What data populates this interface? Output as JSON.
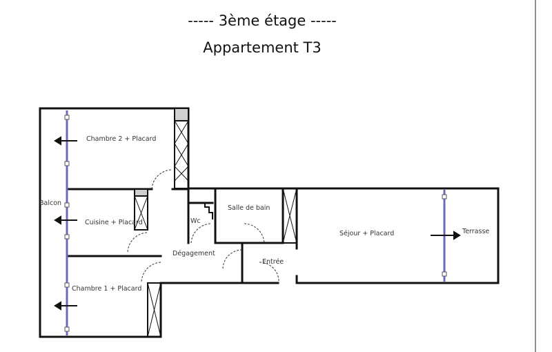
{
  "header": {
    "floor": "-----  3ème étage  -----",
    "title": "Appartement T3"
  },
  "rooms": {
    "chambre2": "Chambre 2 + Placard",
    "balcon": "Balcon",
    "cuisine": "Cuisine + Placard",
    "chambre1": "Chambre 1 + Placard",
    "wc": "Wc",
    "salle_de_bain": "Salle de bain",
    "degagement": "Dégagement",
    "entree": "Entrée",
    "sejour": "Séjour + Placard",
    "terrasse": "Terrasse"
  },
  "colors": {
    "wall": "#111111",
    "window": "#6a6ab8",
    "closet_fill": "#d0d0d0"
  }
}
